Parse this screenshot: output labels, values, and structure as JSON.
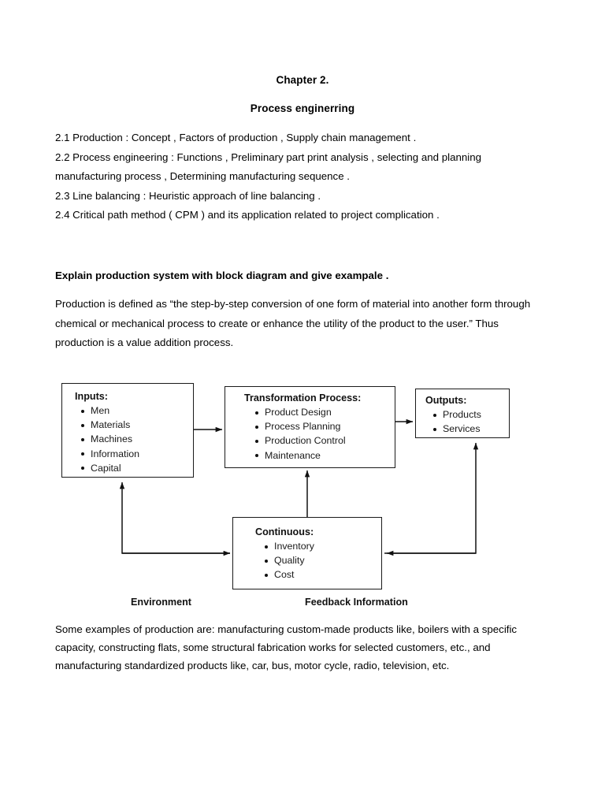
{
  "document": {
    "title": "Chapter 2.",
    "subtitle": "Process enginerring",
    "outline": [
      "2.1 Production : Concept , Factors of production , Supply chain management .",
      "2.2 Process engineering : Functions , Preliminary part print analysis , selecting and planning manufacturing process , Determining manufacturing sequence .",
      "2.3 Line balancing : Heuristic approach of line balancing .",
      "2.4 Critical path method ( CPM ) and its application related to project complication ."
    ],
    "question_heading": "Explain production system with block diagram and give exampale .",
    "definition_paragraph": "Production is defined as “the step-by-step conversion of one form of material into another form through chemical or mechanical process to create or enhance the utility of the product to the user.” Thus production is a value addition process.",
    "examples_paragraph": "Some examples of production are: manufacturing custom-made products like, boilers with a specific capacity, constructing flats, some structural fabrication works for selected customers, etc., and manufacturing standardized products like, car, bus, motor cycle, radio, television, etc."
  },
  "diagram": {
    "boxes": {
      "inputs": {
        "title": "Inputs:",
        "items": [
          "Men",
          "Materials",
          "Machines",
          "Information",
          "Capital"
        ]
      },
      "transformation": {
        "title": "Transformation Process:",
        "items": [
          "Product Design",
          "Process Planning",
          "Production Control",
          "Maintenance"
        ]
      },
      "outputs": {
        "title": "Outputs:",
        "items": [
          "Products",
          "Services"
        ]
      },
      "continuous": {
        "title": "Continuous:",
        "items": [
          "Inventory",
          "Quality",
          "Cost"
        ]
      }
    },
    "labels": {
      "environment": "Environment",
      "feedback": "Feedback Information"
    },
    "line_color": "#111111"
  }
}
